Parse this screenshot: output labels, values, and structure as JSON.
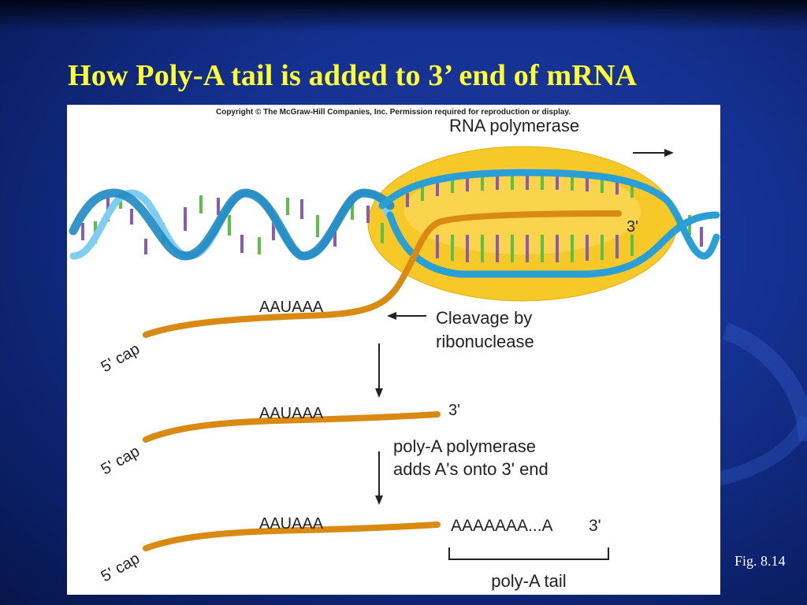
{
  "slide": {
    "title": "How Poly-A tail is added to 3’ end of mRNA",
    "figure_ref": "Fig. 8.14"
  },
  "figure": {
    "copyright": "Copyright © The McGraw-Hill Companies, Inc. Permission required for reproduction or display.",
    "rna_polymerase_label": "RNA polymerase",
    "three_prime_label": "3'",
    "signal_sequence": "AAUAAA",
    "five_prime_cap": "5' cap",
    "cleavage_line1": "Cleavage by",
    "cleavage_line2": "ribonuclease",
    "polyA_step_line1": "poly-A polymerase",
    "polyA_step_line2": "adds A's onto 3' end",
    "polyA_sequence": "AAAAAAA...A",
    "polyA_tail_label": "poly-A tail"
  },
  "colors": {
    "title": "#ffff33",
    "rna_strand": "#d98a12",
    "dna_backbone": "#2a9fd6",
    "polymerase": "#f7c928",
    "base_purple": "#8a5bb5",
    "base_green": "#5cbf4a"
  }
}
